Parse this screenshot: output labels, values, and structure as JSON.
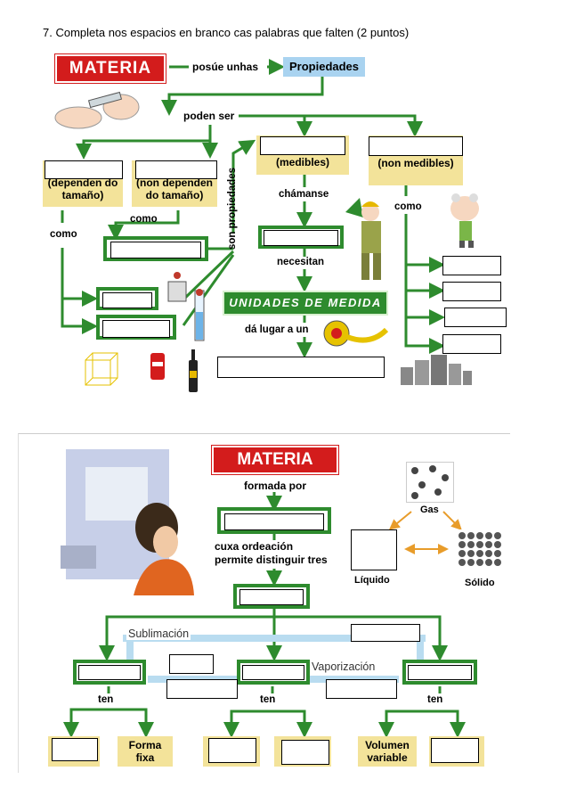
{
  "instruction": "7. Completa nos espacios en branco cas palabras que falten (2 puntos)",
  "map1": {
    "materia": "MATERIA",
    "posue_unhas": "posúe unhas",
    "propiedades": "Propiedades",
    "poden_ser": "poden ser",
    "dependen": "(dependen do tamaño)",
    "non_dependen": "(non dependen do tamaño)",
    "medibles": "(medibles)",
    "non_medibles": "(non medibles)",
    "como": "como",
    "son_propiedades": "son propiedades",
    "chamanse": "chámanse",
    "necesitan": "necesitan",
    "unidades": "UNIDADES DE MEDIDA",
    "da_lugar": "dá lugar a un",
    "colors": {
      "red": "#d31c1c",
      "green": "#2e8b2e",
      "yellow": "#f3e39a",
      "blue": "#a9d3f0"
    }
  },
  "map2": {
    "materia": "MATERIA",
    "formada_por": "formada por",
    "cuxa_line1": "cuxa ordeación",
    "cuxa_line2": "permite distinguir tres",
    "gas": "Gas",
    "liquido": "Líquido",
    "solido": "Sólido",
    "sublimacion": "Sublimación",
    "vaporizacion": "Vaporización",
    "ten": "ten",
    "forma_fixa": "Forma fixa",
    "volumen_variable": "Volumen variable"
  }
}
